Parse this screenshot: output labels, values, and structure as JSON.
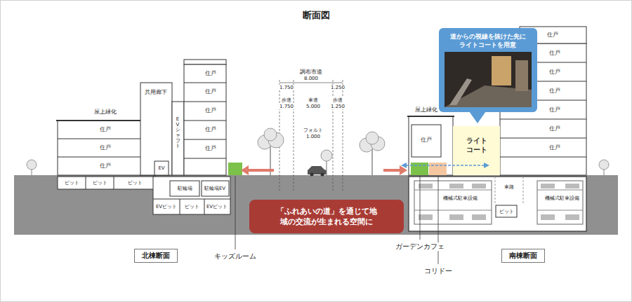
{
  "diagram": {
    "title": "断面図",
    "nodes": [
      {
        "text": [
          "道からの視線を抜けた先にライトコートを用意"
        ]
      },
      {
        "text": [
          "ライトコート"
        ]
      },
      {
        "text": [
          "「ふれあいの道」を通じて地域の交流が生まれる空間に"
        ]
      },
      {
        "text": [
          "北棟断面"
        ]
      },
      {
        "text": [
          "南棟断面"
        ]
      }
    ],
    "labels": [
      "屋上緑化",
      "共用廊下",
      "住戸",
      "住戸",
      "住戸",
      "住戸",
      "住戸",
      "EVシャフト",
      "住戸",
      "住戸",
      "住戸",
      "EV",
      "ピット",
      "ピット",
      "ピット",
      "駐輪場",
      "駐輪場EV",
      "EVピット",
      "ピット",
      "EVピット",
      "調布市道",
      "8.000",
      "1.750",
      "1.250",
      "歩道",
      "車道",
      "歩道",
      "1.750",
      "5.000",
      "1.250",
      "フォルト",
      "1.000",
      "屋上緑化",
      "住戸",
      "住戸",
      "住戸",
      "住戸",
      "住戸",
      "住戸",
      "住戸",
      "住戸",
      "機械式駐車設備",
      "車路",
      "ピット",
      "機械式駐車設備",
      "キッズルーム",
      "ガーデンカフェ",
      "コリドー"
    ]
  }
}
